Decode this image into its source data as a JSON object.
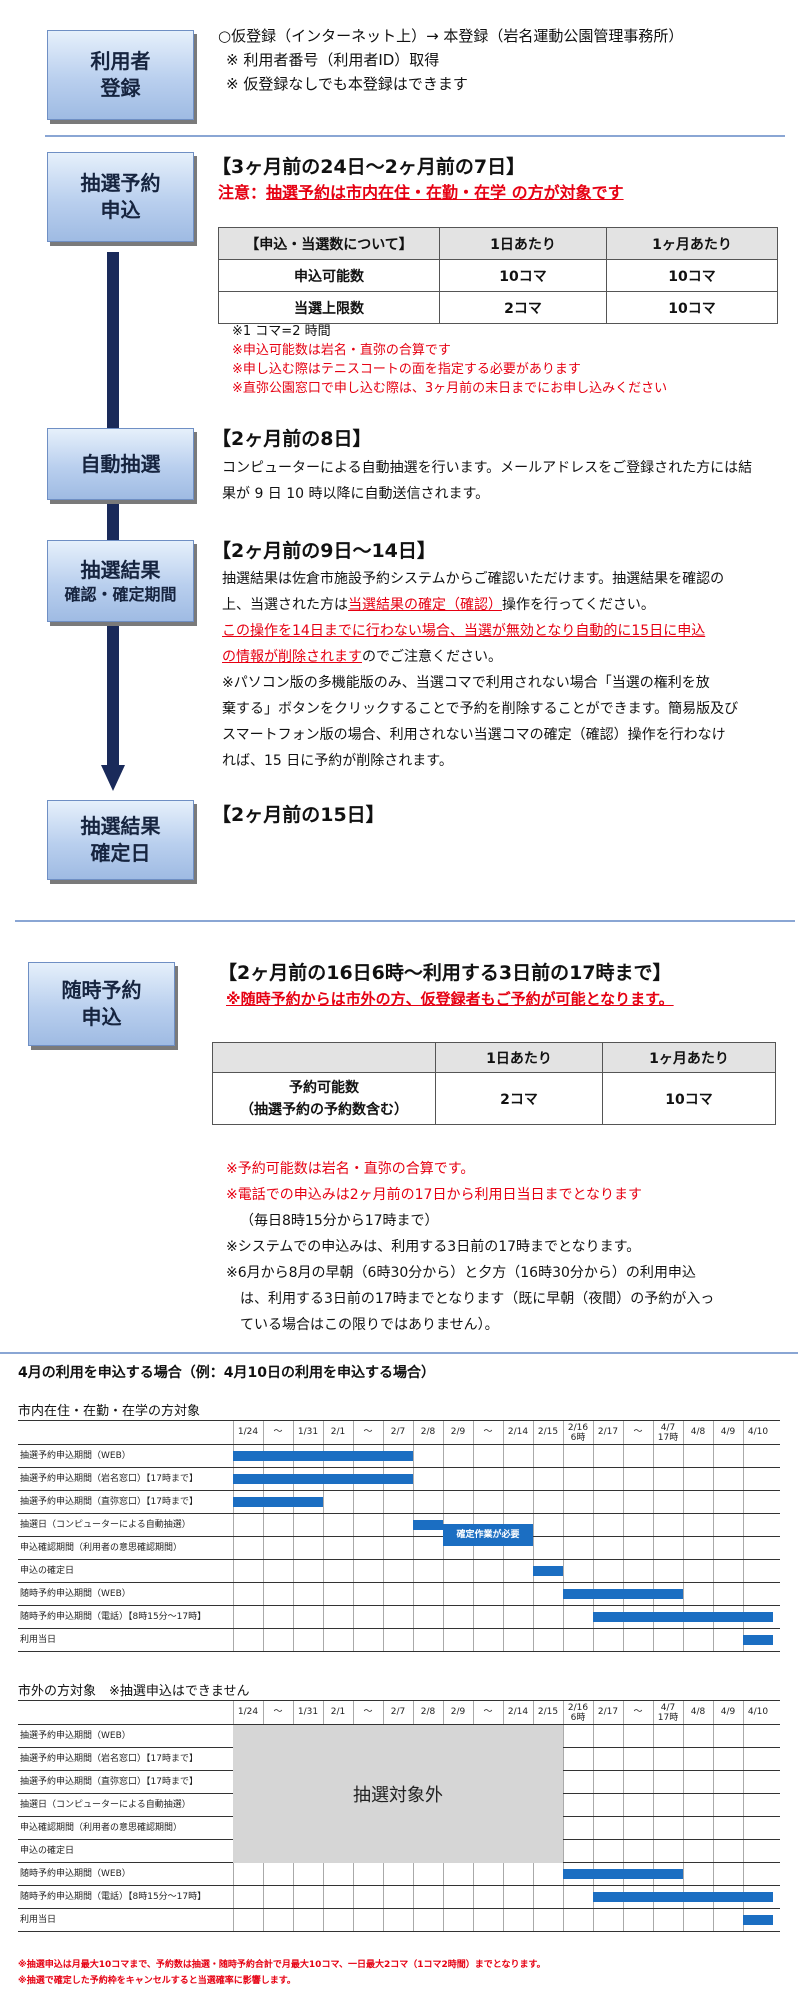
{
  "registration": {
    "box_l1": "利用者",
    "box_l2": "登録",
    "line1": "○仮登録（インターネット上）→ 本登録（岩名運動公園管理事務所）",
    "line2": "※ 利用者番号（利用者ID）取得",
    "line3": "※ 仮登録なしでも本登録はできます"
  },
  "lottery_apply": {
    "box_l1": "抽選予約",
    "box_l2": "申込",
    "heading": "【3ヶ月前の24日～2ヶ月前の7日】",
    "notice_prefix": "注意：",
    "notice_underlined": "抽選予約は市内在住・在勤・在学 の方が対象です",
    "table": {
      "headers": [
        "【申込・当選数について】",
        "1日あたり",
        "1ヶ月あたり"
      ],
      "rows": [
        [
          "申込可能数",
          "10コマ",
          "10コマ"
        ],
        [
          "当選上限数",
          "2コマ",
          "10コマ"
        ]
      ]
    },
    "note1": "※1 コマ=2 時間",
    "note2": "※申込可能数は岩名・直弥の合算です",
    "note3": "※申し込む際はテニスコートの面を指定する必要があります",
    "note4": "※直弥公園窓口で申し込む際は、3ヶ月前の末日までにお申し込みください"
  },
  "auto_lottery": {
    "box_l1": "自動抽選",
    "heading": "【2ヶ月前の8日】",
    "line1": "コンピューターによる自動抽選を行います。メールアドレスをご登録された方には結",
    "line2": "果が 9 日 10 時以降に自動送信されます。"
  },
  "result_confirm": {
    "box_l1": "抽選結果",
    "box_l2": "確認・確定期間",
    "heading": "【2ヶ月前の9日～14日】",
    "line1": "抽選結果は佐倉市施設予約システムからご確認いただけます。抽選結果を確認の",
    "line2a": "上、当選された方は",
    "line2b": "当選結果の確定（確認）",
    "line2c": "操作を行ってください。",
    "line3": "この操作を14日までに行わない場合、当選が無効となり自動的に15日に申込",
    "line4a": "の情報が削除されます",
    "line4b": "のでご注意ください。",
    "line5": "※パソコン版の多機能版のみ、当選コマで利用されない場合「当選の権利を放",
    "line6": "棄する」ボタンをクリックすることで予約を削除することができます。簡易版及び",
    "line7": "スマートフォン版の場合、利用されない当選コマの確定（確認）操作を行わなけ",
    "line8": "れば、15 日に予約が削除されます。"
  },
  "confirm_day": {
    "box_l1": "抽選結果",
    "box_l2": "確定日",
    "heading": "【2ヶ月前の15日】"
  },
  "anytime": {
    "box_l1": "随時予約",
    "box_l2": "申込",
    "heading": "【2ヶ月前の16日6時～利用する3日前の17時まで】",
    "notice": "※随時予約からは市外の方、仮登録者もご予約が可能となります。",
    "table": {
      "headers": [
        "",
        "1日あたり",
        "1ヶ月あたり"
      ],
      "row_label1": "予約可能数",
      "row_label2": "（抽選予約の予約数含む）",
      "row_v1": "2コマ",
      "row_v2": "10コマ"
    },
    "note1": "※予約可能数は岩名・直弥の合算です。",
    "note2": "※電話での申込みは2ヶ月前の17日から利用日当日までとなります",
    "note3": "（毎日8時15分から17時まで）",
    "note4": "※システムでの申込みは、利用する3日前の17時までとなります。",
    "note5": "※6月から8月の早朝（6時30分から）と夕方（16時30分から）の利用申込",
    "note6": "は、利用する3日前の17時までとなります（既に早朝（夜間）の予約が入っ",
    "note7": "ている場合はこの限りではありません）。"
  },
  "example": {
    "title": "4月の利用を申込する場合（例：4月10日の利用を申込する場合）",
    "resident_title": "市内在住・在勤・在学の方対象",
    "nonresident_title": "市外の方対象　※抽選申込はできません",
    "dates": [
      "1/24",
      "～",
      "1/31",
      "2/1",
      "～",
      "2/7",
      "2/8",
      "2/9",
      "～",
      "2/14",
      "2/15",
      "2/16\n6時",
      "2/17",
      "～",
      "4/7\n17時",
      "4/8",
      "4/9",
      "4/10"
    ],
    "rows": [
      "抽選予約申込期間（WEB）",
      "抽選予約申込期間（岩名窓口）【17時まで】",
      "抽選予約申込期間（直弥窓口）【17時まで】",
      "抽選日（コンピューターによる自動抽選）",
      "申込確認期間（利用者の意思確認期間）",
      "申込の確定日",
      "随時予約申込期間（WEB）",
      "随時予約申込期間（電話）【8時15分～17時】",
      "利用当日"
    ],
    "confirm_note": "確定作業が必要",
    "excluded_label": "抽選対象外",
    "footnote1": "※抽選申込は月最大10コマまで、予約数は抽選・随時予約合計で月最大10コマ、一日最大2コマ（1コマ2時間）までとなります。",
    "footnote2": "※抽選で確定した予約枠をキャンセルすると当選確率に影響します。"
  }
}
